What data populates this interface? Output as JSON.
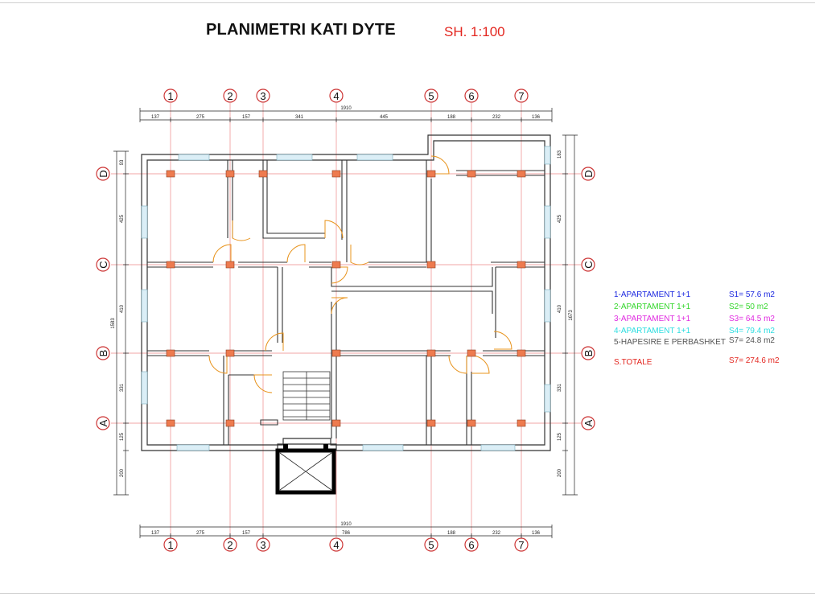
{
  "title": "PLANIMETRI KATI DYTE",
  "scale": "SH. 1:100",
  "grid": {
    "columns": [
      "1",
      "2",
      "3",
      "4",
      "5",
      "6",
      "7"
    ],
    "rows": [
      "D",
      "C",
      "B",
      "A"
    ]
  },
  "dimensions": {
    "total_width": "1910",
    "top_spans": [
      "137",
      "275",
      "157",
      "341",
      "445",
      "188",
      "232",
      "136"
    ],
    "bottom_spans": [
      "137",
      "275",
      "157",
      "786",
      "188",
      "232",
      "136"
    ],
    "left_total": "1583",
    "left_spans": [
      "93",
      "425",
      "410",
      "331",
      "125",
      "200"
    ],
    "right_total": "1673",
    "right_spans": [
      "183",
      "425",
      "410",
      "331",
      "125",
      "200"
    ]
  },
  "legend": [
    {
      "label": "1-APARTAMENT 1+1",
      "value": "S1=  57.6  m2",
      "color": "#1f2be0"
    },
    {
      "label": "2-APARTAMENT 1+1",
      "value": "S2=  50     m2",
      "color": "#33d62b"
    },
    {
      "label": "3-APARTAMENT 1+1",
      "value": "S3=  64.5  m2",
      "color": "#e02be0"
    },
    {
      "label": "4-APARTAMENT 1+1",
      "value": "S4=  79.4  m2",
      "color": "#2bdde0"
    },
    {
      "label": "5-HAPESIRE E PERBASHKET",
      "value": "S7=  24.8 m2",
      "color": "#555555"
    }
  ],
  "total": {
    "label": "S.TOTALE",
    "value": "S7=  274.6 m2",
    "color": "#e3261f"
  }
}
